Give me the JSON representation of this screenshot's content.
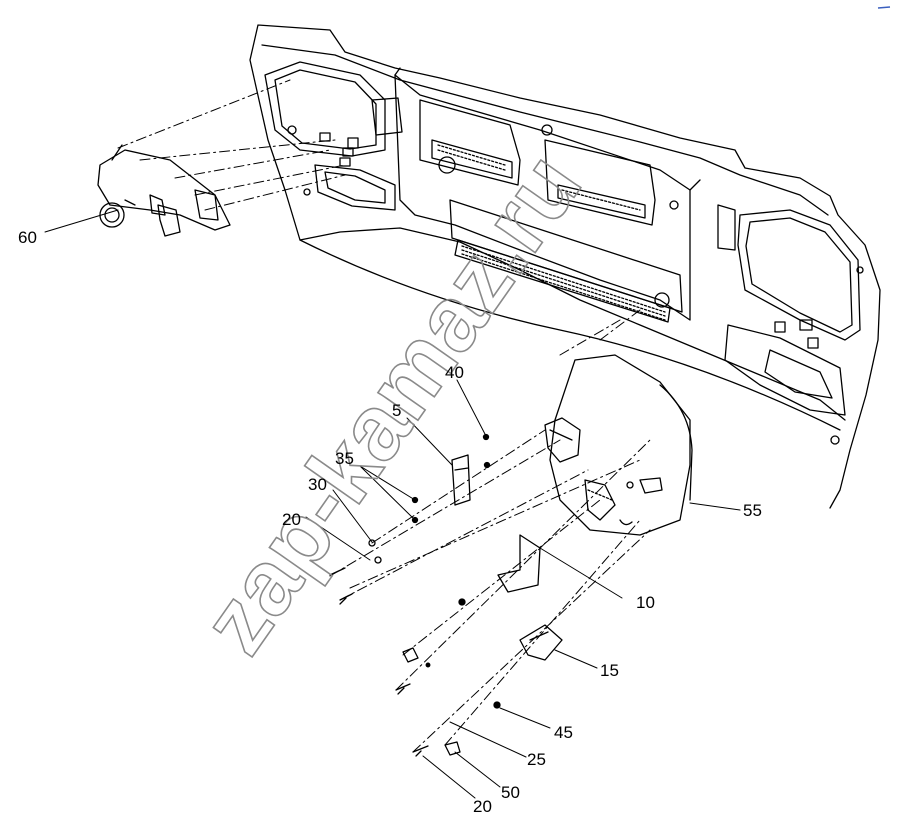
{
  "diagram": {
    "callouts": {
      "c60": "60",
      "c40": "40",
      "c5": "5",
      "c35": "35",
      "c30": "30",
      "c20a": "20",
      "c55": "55",
      "c10": "10",
      "c15": "15",
      "c45": "45",
      "c25": "25",
      "c50": "50",
      "c20b": "20"
    },
    "watermark": "zap-kamaz.ru",
    "line_color": "#000000",
    "watermark_color": "#8a8a8a"
  }
}
